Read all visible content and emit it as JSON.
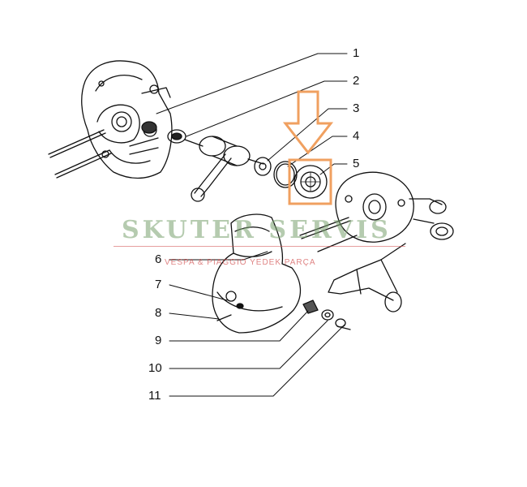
{
  "callouts": [
    "1",
    "2",
    "3",
    "4",
    "5",
    "6",
    "7",
    "8",
    "9",
    "10",
    "11"
  ],
  "watermark": {
    "title": "SKUTER SERVIS",
    "subtitle": "VESPA & PIAGGIO YEDEK PARÇA"
  },
  "colors": {
    "line": "#111111",
    "highlight": "#f0a060",
    "watermark_title": "#78a06e",
    "watermark_subtitle": "#d25050"
  },
  "highlight_arrow_icon": "down-arrow-icon"
}
